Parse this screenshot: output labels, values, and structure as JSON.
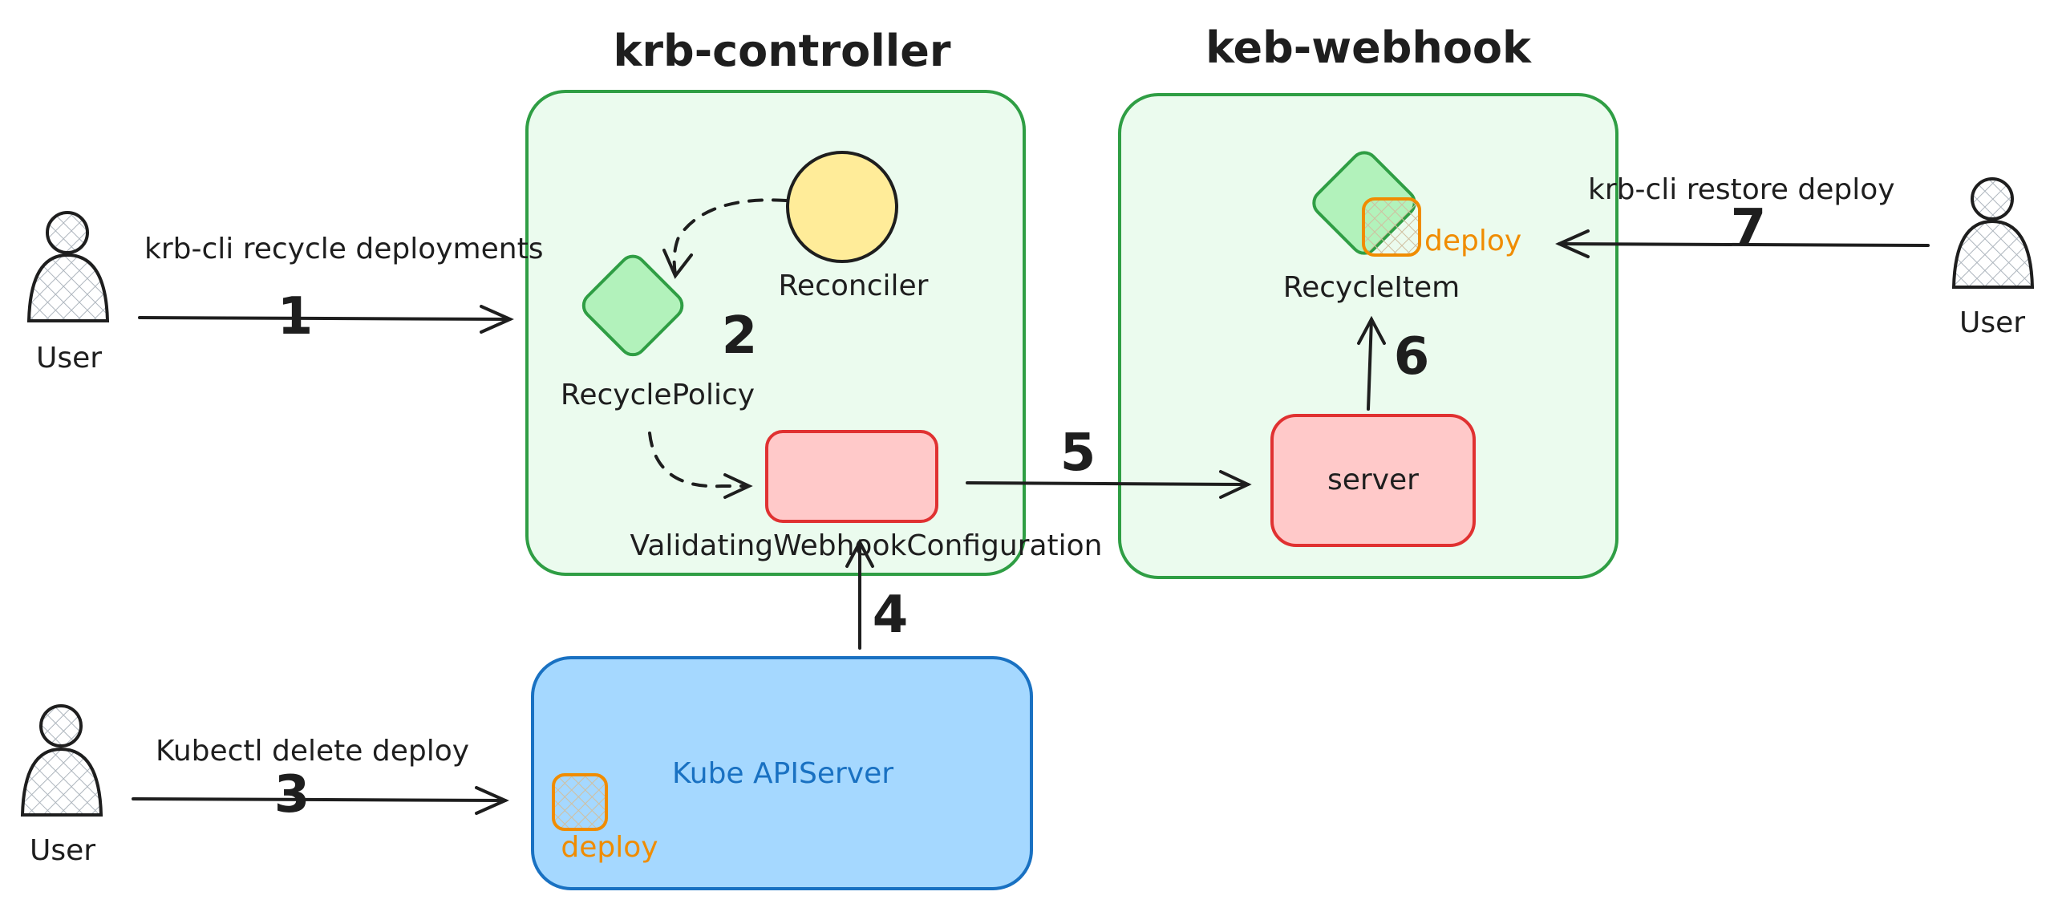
{
  "titles": {
    "controller": "krb-controller",
    "webhook": "keb-webhook"
  },
  "users": {
    "u1": "User",
    "u3": "User",
    "u7": "User"
  },
  "actions": {
    "a1": "krb-cli recycle deployments",
    "a3": "Kubectl delete deploy",
    "a7": "krb-cli restore deploy"
  },
  "nodes": {
    "reconciler": "Reconciler",
    "recycle_policy": "RecyclePolicy",
    "vwc": "ValidatingWebhookConfiguration",
    "server": "server",
    "recycle_item": "RecycleItem",
    "kube_apiserver": "Kube APIServer",
    "deploy_api": "deploy",
    "deploy_item": "deploy"
  },
  "steps": {
    "s1": "1",
    "s2": "2",
    "s3": "3",
    "s4": "4",
    "s5": "5",
    "s6": "6",
    "s7": "7"
  },
  "colors": {
    "container_fill": "#ebfbee",
    "container_stroke": "#2f9e44",
    "diamond_fill": "#b2f2bb",
    "reconciler_fill": "#ffec99",
    "vwc_fill": "#ffc9c9",
    "vwc_stroke": "#e03131",
    "api_fill": "#a5d8ff",
    "api_stroke": "#1971c2",
    "deploy_accent": "#f08c00"
  }
}
